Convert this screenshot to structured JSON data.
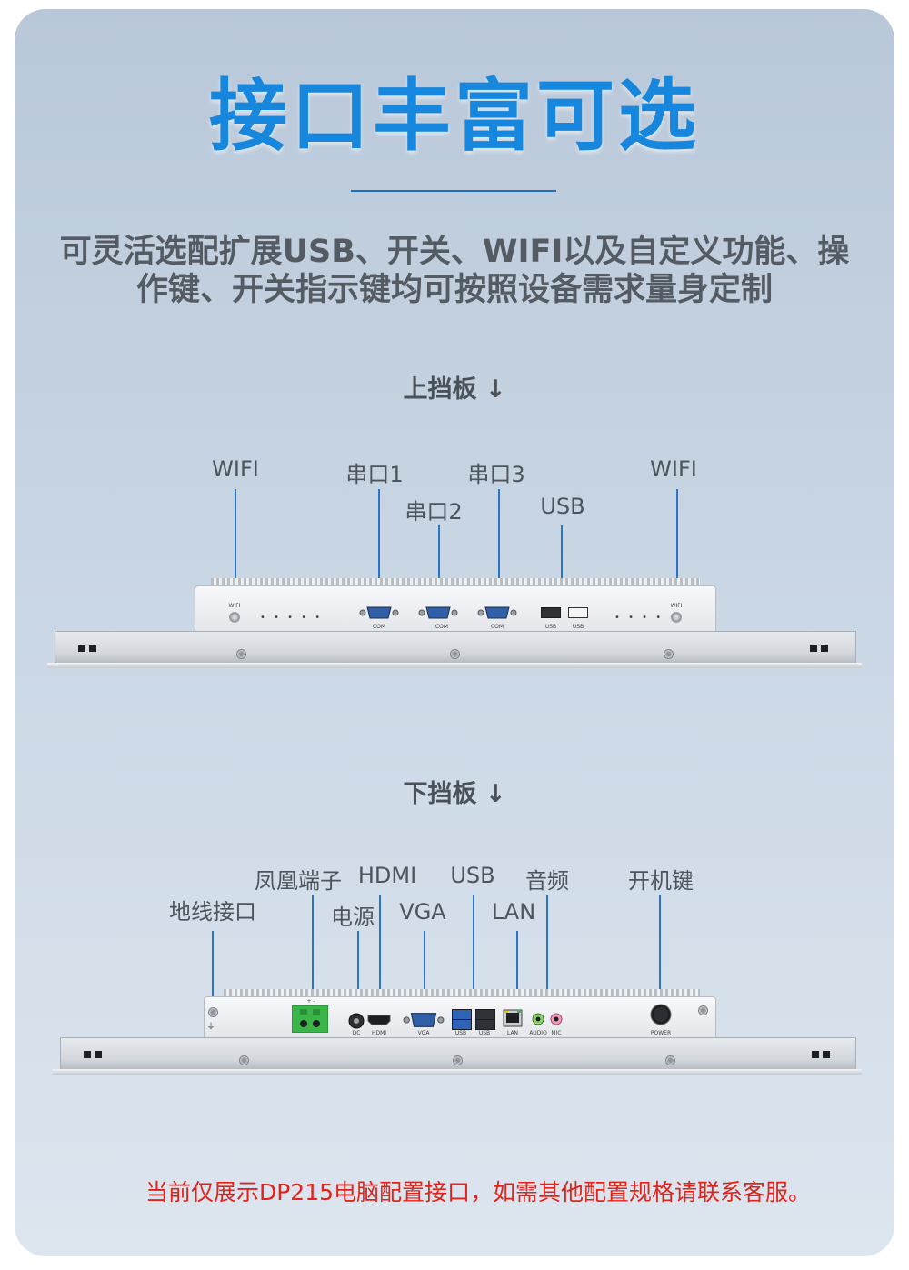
{
  "title": "接口丰富可选",
  "subtitle_line1": "可灵活选配扩展USB、开关、WIFI以及自定义功能、操",
  "subtitle_line2": "作键、开关指示键均可按照设备需求量身定制",
  "top_panel": {
    "heading": "上挡板 ↓",
    "labels": {
      "wifi_left": "WIFI",
      "com1": "串口1",
      "com2": "串口2",
      "com3": "串口3",
      "usb": "USB",
      "wifi_right": "WIFI"
    },
    "port_marks": {
      "wifi": "WIFI",
      "com": "COM",
      "usb": "USB"
    }
  },
  "bottom_panel": {
    "heading": "下挡板 ↓",
    "labels": {
      "ground": "地线接口",
      "phoenix": "凤凰端子",
      "power": "电源",
      "hdmi": "HDMI",
      "vga": "VGA",
      "usb": "USB",
      "lan": "LAN",
      "audio": "音频",
      "power_key": "开机键"
    },
    "port_marks": {
      "polarity": "+ -",
      "dc": "DC",
      "hdmi": "HDMI",
      "vga": "VGA",
      "usb": "USB",
      "lan": "LAN",
      "audio": "AUDIO",
      "mic": "MIC",
      "power": "POWER"
    }
  },
  "note": "当前仅展示DP215电脑配置接口，如需其他配置规格请联系客服。",
  "colors": {
    "title": "#1787dd",
    "leader_line": "#2b74c6",
    "note": "#e2231a",
    "terminal": "#39b54a"
  }
}
